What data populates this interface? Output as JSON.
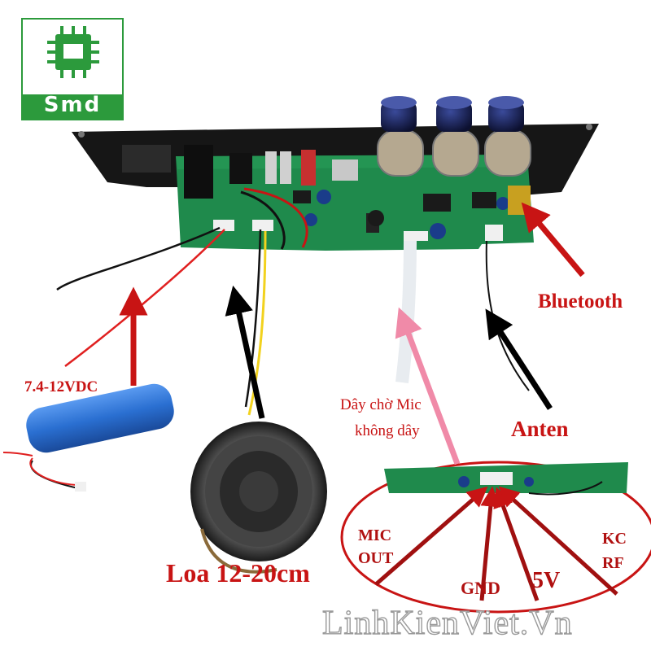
{
  "brand": {
    "logo_text": "Smd",
    "watermark": "LinhKienViet.Vn",
    "logo_color": "#2c9a3c"
  },
  "labels": {
    "bluetooth": "Bluetooth",
    "voltage": "7.4-12VDC",
    "mic_wire_line1": "Dây chờ Mic",
    "mic_wire_line2": "không dây",
    "antenna": "Anten",
    "speaker": "Loa 12-20cm",
    "mic_out_line1": "MIC",
    "mic_out_line2": "OUT",
    "gnd": "GND",
    "five_v": "5V",
    "kc_line1": "KC",
    "kc_line2": "RF"
  },
  "colors": {
    "label_red": "#c81414",
    "arrow_red": "#c81414",
    "arrow_black": "#000000",
    "arrow_pink": "#f08aa8",
    "pcb_green": "#1f8a4c",
    "battery_blue": "#2a6fd1",
    "wire_yellow": "#f2d21e"
  }
}
